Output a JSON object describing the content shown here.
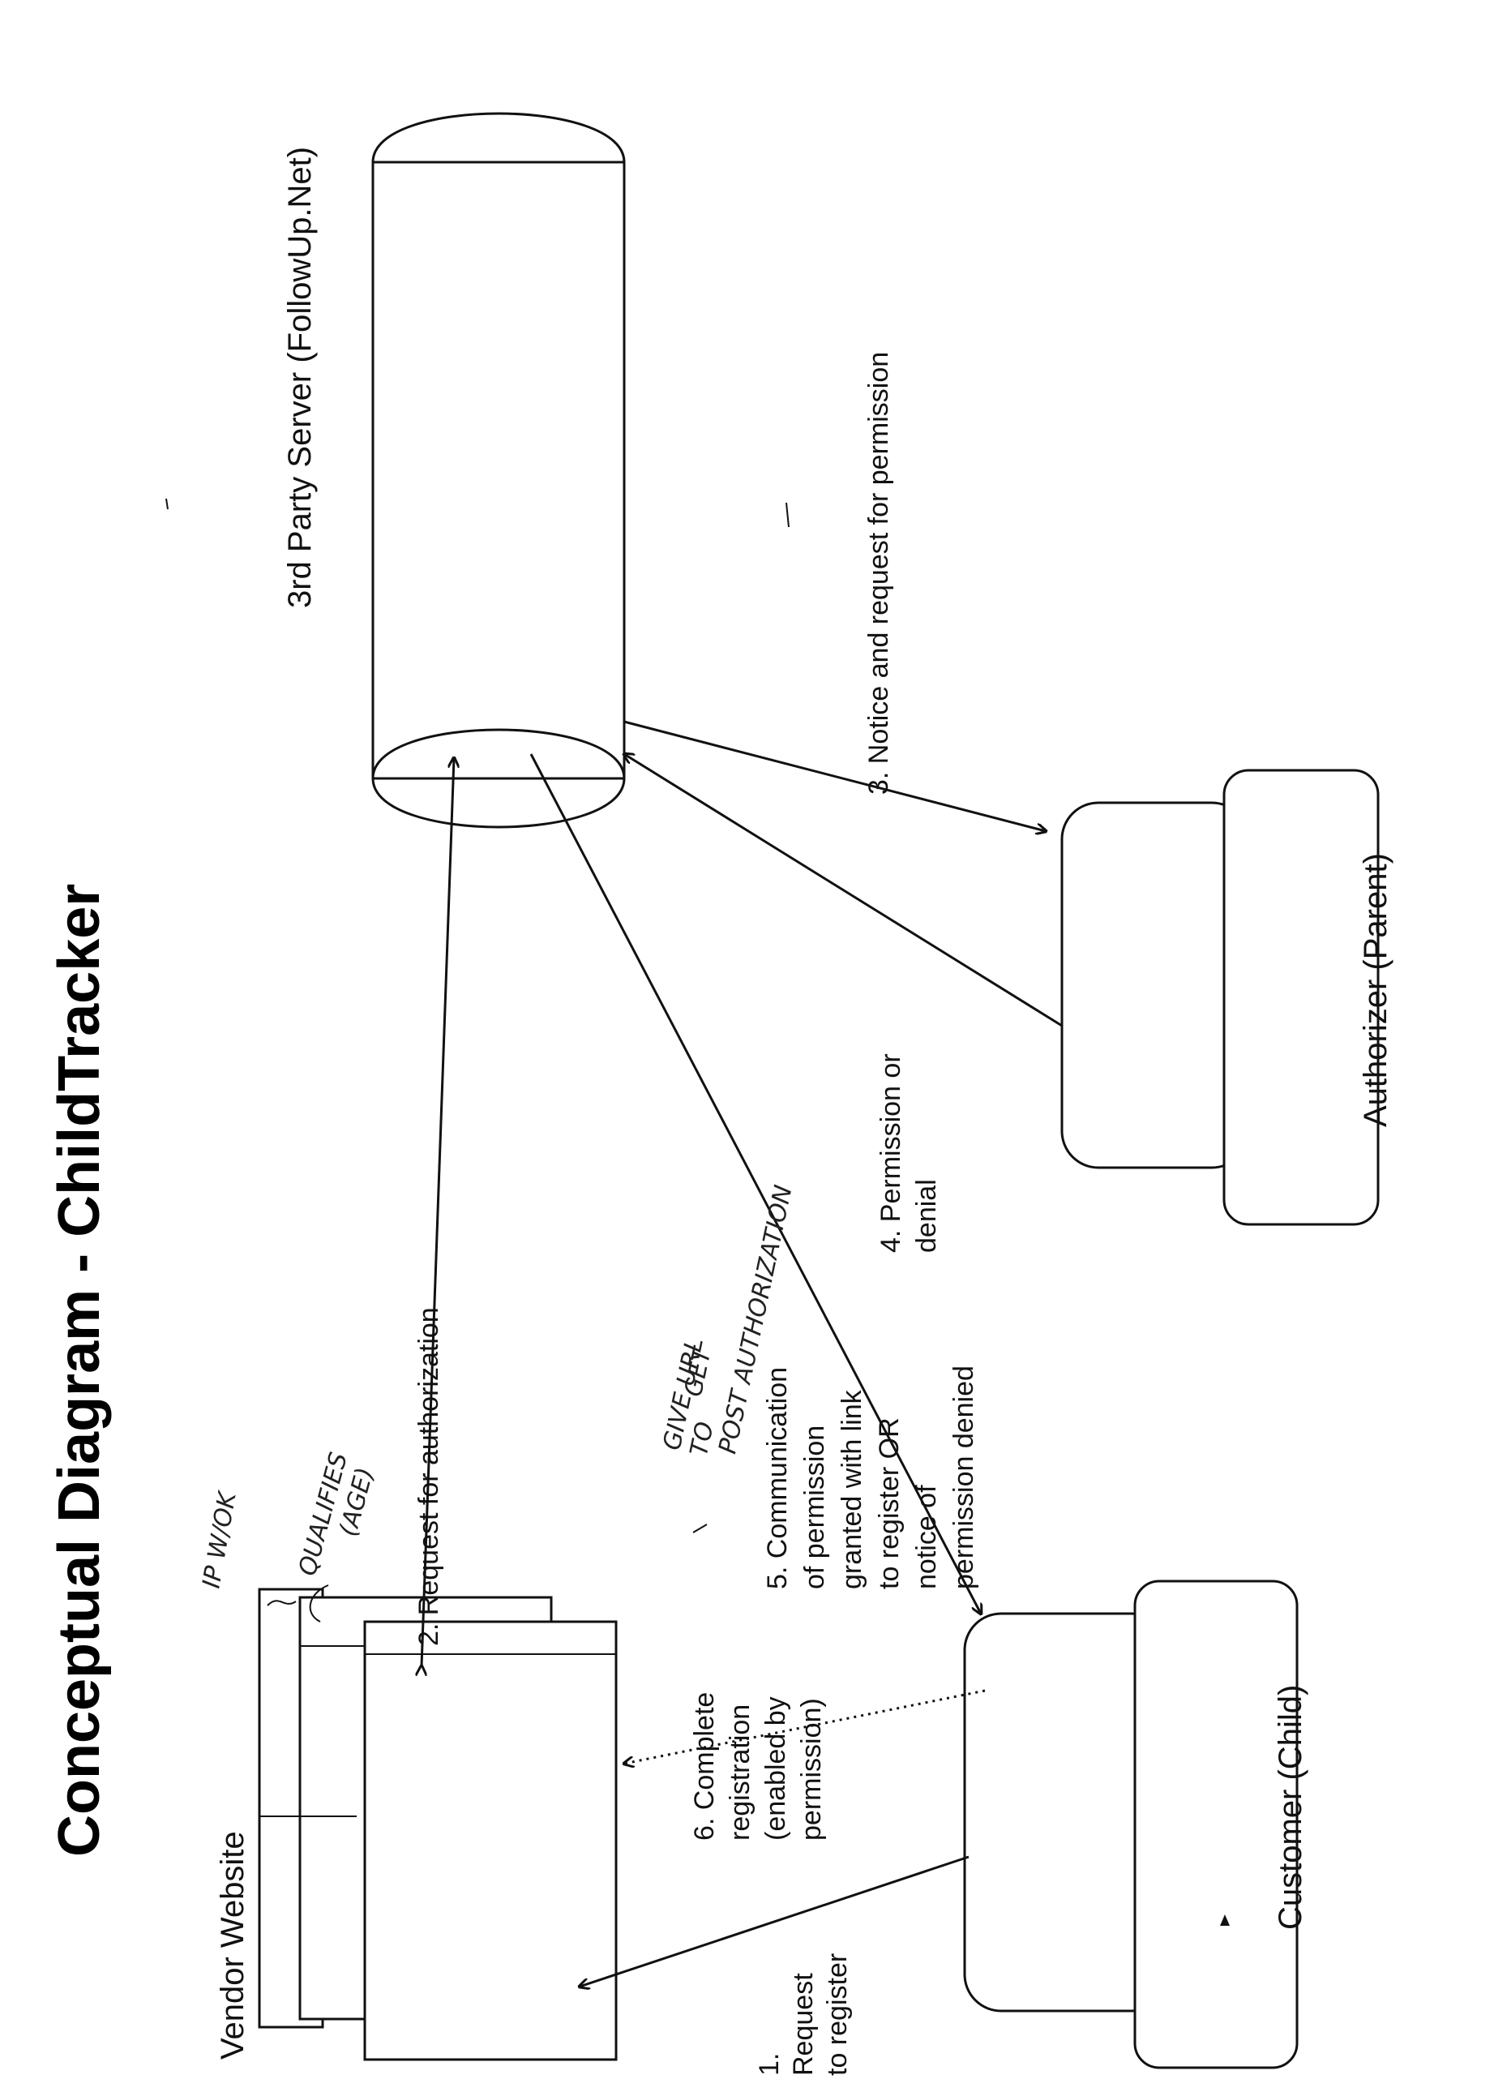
{
  "title": "Conceptual Diagram - ChildTracker",
  "nodes": {
    "server": "3rd Party Server (FollowUp.Net)",
    "vendor": "Vendor Website",
    "customer": "Customer (Child)",
    "authorizer": "Authorizer (Parent)"
  },
  "steps": {
    "s1": [
      "1.",
      "Request",
      "to register"
    ],
    "s2": "2. Request for authorization",
    "s3": "3. Notice and request for permission",
    "s4": [
      "4. Permission or",
      "denial"
    ],
    "s5": [
      "5. Communication",
      "of permission",
      "granted with link",
      "to register OR",
      "notice of",
      "permission denied"
    ],
    "s6": [
      "6. Complete",
      "registration",
      "(enabled by",
      "permission)"
    ]
  },
  "handwritten": {
    "qualifies": [
      "QUALIFIES",
      "(AGE)"
    ],
    "ok": "IP W/OK",
    "give_url": [
      "GIVE URL",
      "TO",
      "GET",
      "POST AUTHORIZATION"
    ]
  },
  "colors": {
    "ink": "#111111",
    "background": "#ffffff"
  }
}
